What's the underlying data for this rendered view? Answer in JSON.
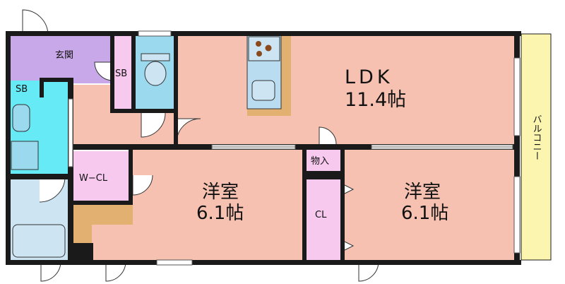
{
  "labels": {
    "entrance": "玄関",
    "sb_entrance": "SB",
    "sb_hall": "SB",
    "ldk_name": "LDK",
    "ldk_size": "11.4帖",
    "wcl": "W−CL",
    "storage": "物入",
    "cl": "CL",
    "room1_name": "洋室",
    "room1_size": "6.1帖",
    "room2_name": "洋室",
    "room2_size": "6.1帖",
    "balcony": "バルコニー"
  },
  "colors": {
    "wall": "#1a1a1a",
    "room_pink": "#f6c1b1",
    "entrance_purple": "#c8a8e8",
    "storage_pink": "#f7c9ef",
    "water_blue": "#9ad9ee",
    "bath_blue": "#cde4f2",
    "cyan": "#66eaf5",
    "kitchen_blue": "#b9dcf1",
    "kitchen_tan": "#e2b070",
    "balcony_yellow": "#fbf5b0",
    "stove_brown": "#8a4a1c"
  }
}
